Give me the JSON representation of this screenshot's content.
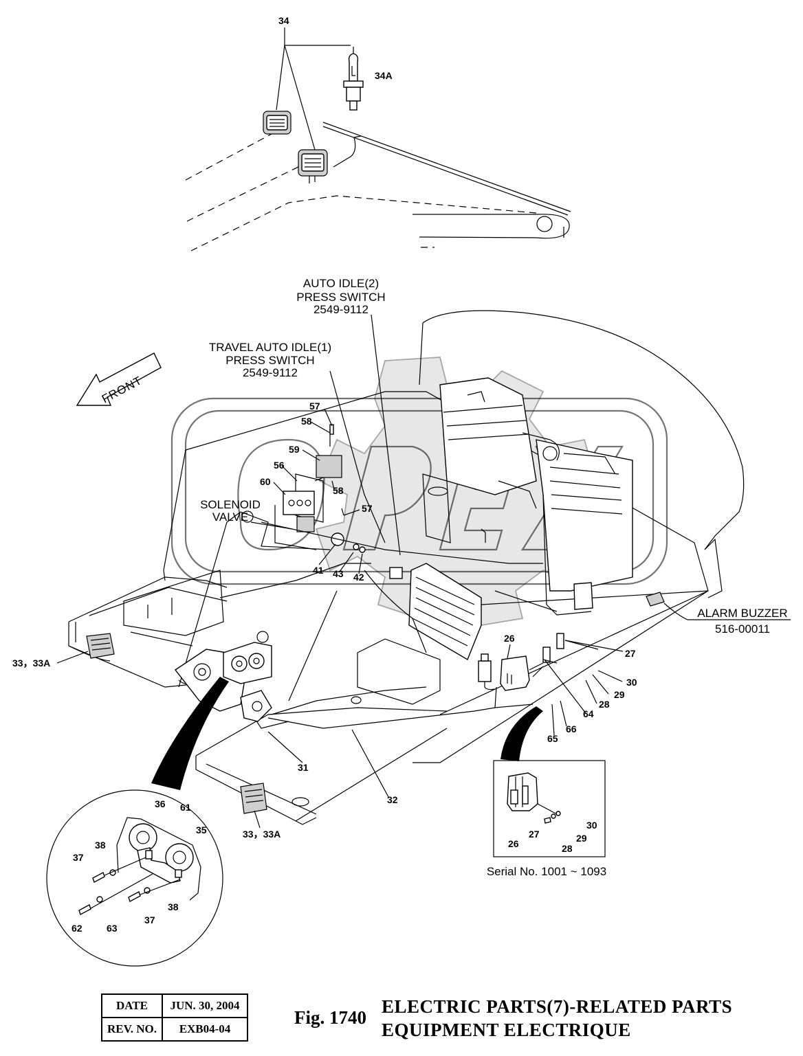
{
  "callouts": {
    "c34": "34",
    "c34a": "34A",
    "c57a": "57",
    "c58a": "58",
    "c59": "59",
    "c56": "56",
    "c60": "60",
    "c58b": "58",
    "c57b": "57",
    "c41": "41",
    "c43": "43",
    "c42": "42",
    "c33a": "33，33A",
    "c26": "26",
    "c27": "27",
    "c30": "30",
    "c29": "29",
    "c28": "28",
    "c64": "64",
    "c66": "66",
    "c65": "65",
    "c31": "31",
    "c32": "32",
    "c33b": "33，33A",
    "c36": "36",
    "c61": "61",
    "c35": "35",
    "c38a": "38",
    "c37a": "37",
    "c37b": "37",
    "c38b": "38",
    "c62": "62",
    "c63": "63",
    "d26": "26",
    "d27": "27",
    "d30": "30",
    "d29": "29",
    "d28": "28"
  },
  "annotations": {
    "auto_idle": [
      "AUTO IDLE(2)",
      "PRESS SWITCH",
      "2549-9112"
    ],
    "travel_auto_idle": [
      "TRAVEL AUTO IDLE(1)",
      "PRESS SWITCH",
      "2549-9112"
    ],
    "solenoid": [
      "SOLENOID",
      "VALVE"
    ],
    "alarm_buzzer": [
      "ALARM BUZZER",
      "516-00011"
    ],
    "front": "FRONT",
    "serial": "Serial No. 1001 ~ 1093"
  },
  "title_block": {
    "date_label": "DATE",
    "date_value": "JUN. 30, 2004",
    "rev_label": "REV. NO.",
    "rev_value": "EXB04-04"
  },
  "figure": {
    "number": "Fig. 1740",
    "title_en": "ELECTRIC PARTS(7)-RELATED PARTS",
    "title_fr": "EQUIPMENT ELECTRIQUE"
  }
}
